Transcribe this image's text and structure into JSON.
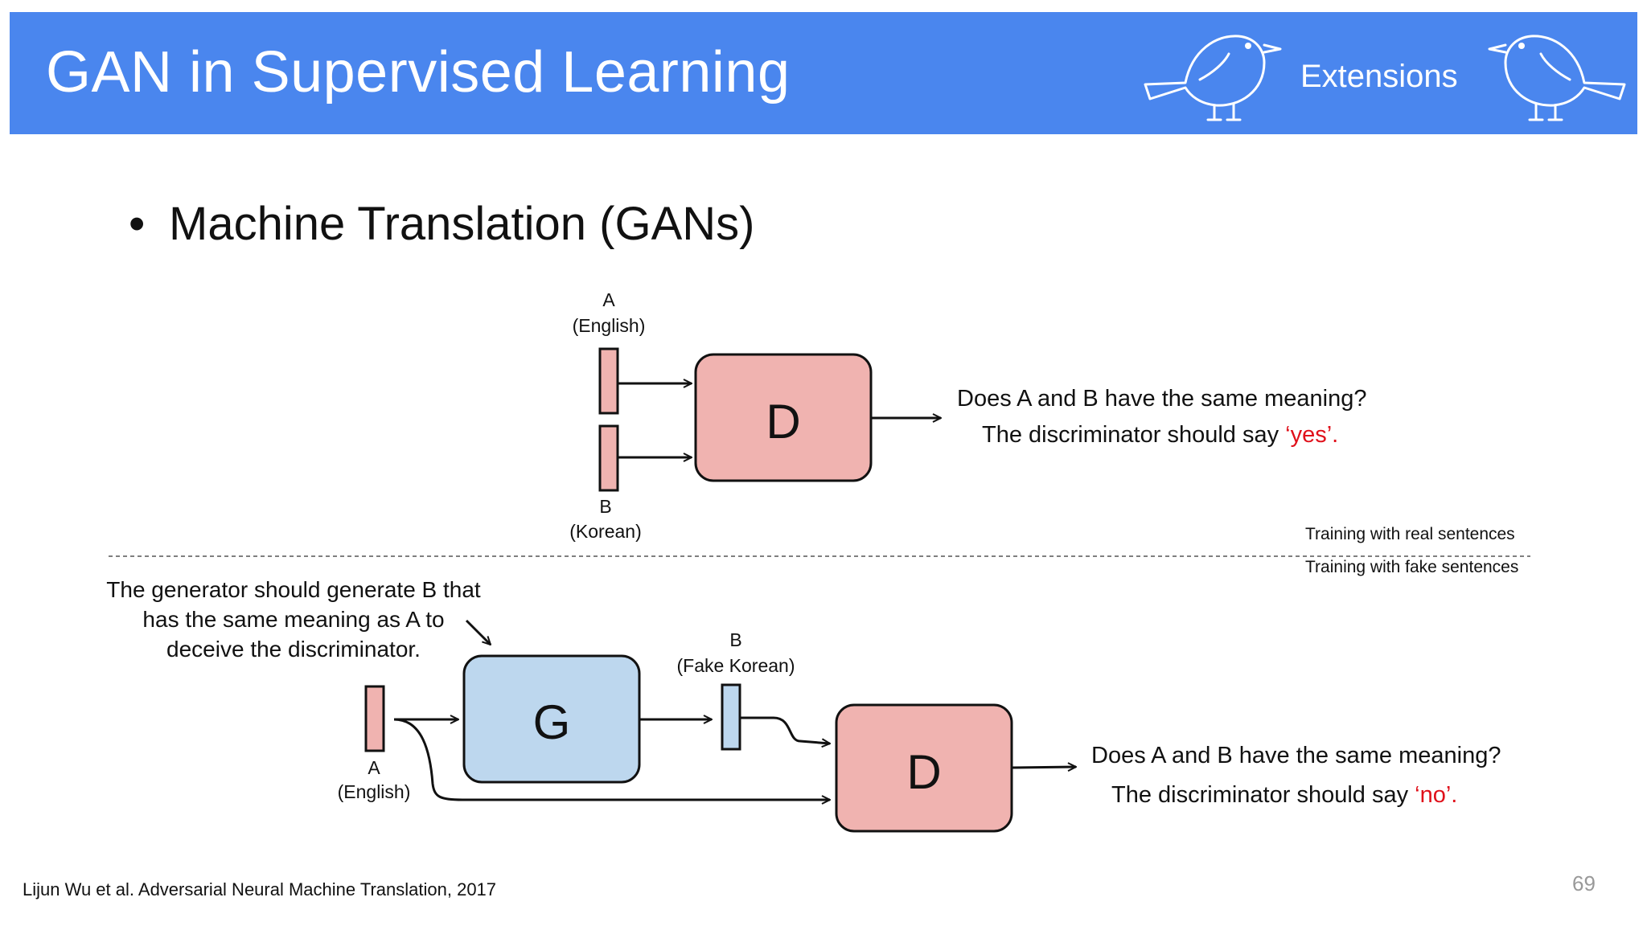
{
  "header": {
    "title": "GAN in Supervised Learning",
    "section": "Extensions",
    "bg_color": "#4a86ee"
  },
  "bullet": "Machine Translation (GANs)",
  "top": {
    "a_letter": "A",
    "a_lang": "(English)",
    "b_letter": "B",
    "b_lang": "(Korean)",
    "discriminator": "D",
    "question": "Does  A and B have the same meaning?",
    "answer_prefix": "The discriminator should say ",
    "answer": "‘yes’."
  },
  "divider": {
    "real_label": "Training with real sentences",
    "fake_label": "Training with fake sentences"
  },
  "bottom": {
    "generator_note": "The generator should generate B that has the same meaning as A to deceive the discriminator.",
    "generator": "G",
    "a_letter": "A",
    "a_lang": "(English)",
    "b_letter": "B",
    "b_lang": "(Fake Korean)",
    "discriminator": "D",
    "question": "Does  A and B have the same meaning?",
    "answer_prefix": "The discriminator should say ",
    "answer": "‘no’."
  },
  "colors": {
    "pink": "#f0b3b0",
    "blue": "#bdd7ee",
    "accent_red": "#e0101a"
  },
  "footer": {
    "citation": "Lijun Wu et al. Adversarial Neural Machine Translation, 2017",
    "page_number": "69"
  }
}
